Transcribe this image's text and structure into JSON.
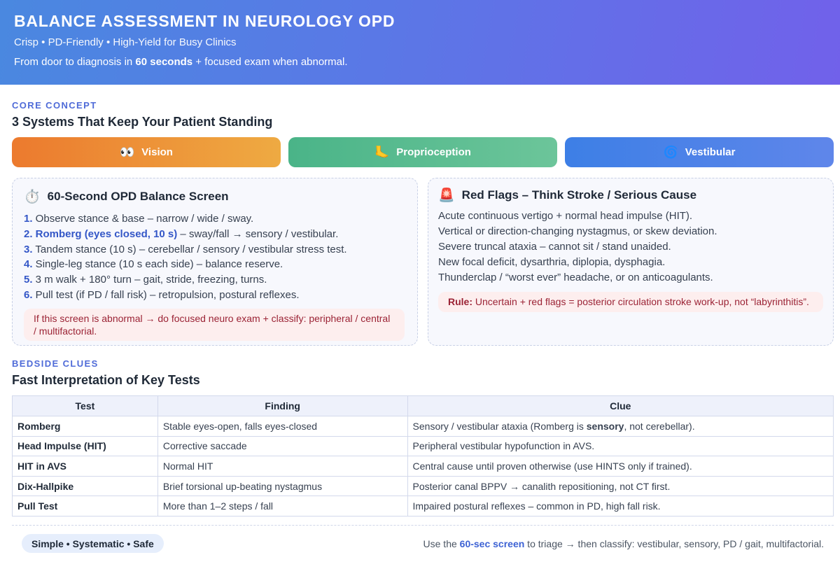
{
  "header": {
    "title": "BALANCE ASSESSMENT IN NEUROLOGY OPD",
    "subtitle": "Crisp • PD-Friendly • High-Yield for Busy Clinics",
    "tagline_pre": "From door to diagnosis in ",
    "tagline_bold": "60 seconds",
    "tagline_post": " + focused exam when abnormal."
  },
  "core": {
    "label": "CORE CONCEPT",
    "title": "3 Systems That Keep Your Patient Standing",
    "systems": [
      {
        "icon": "👀",
        "icon_name": "eyes-icon",
        "label": "Vision"
      },
      {
        "icon": "🦶",
        "icon_name": "foot-icon",
        "label": "Proprioception"
      },
      {
        "icon": "🌀",
        "icon_name": "spiral-icon",
        "label": "Vestibular"
      }
    ]
  },
  "screen": {
    "icon": "⏱️",
    "title": "60-Second OPD Balance Screen",
    "steps": [
      {
        "num": "1.",
        "hl": "",
        "text": " Observe stance & base – narrow / wide / sway."
      },
      {
        "num": "2.",
        "hl": " Romberg (eyes closed, 10 s)",
        "text": " – sway/fall → sensory / vestibular."
      },
      {
        "num": "3.",
        "hl": "",
        "text": " Tandem stance (10 s) – cerebellar / sensory / vestibular stress test."
      },
      {
        "num": "4.",
        "hl": "",
        "text": " Single-leg stance (10 s each side) – balance reserve."
      },
      {
        "num": "5.",
        "hl": "",
        "text": " 3 m walk + 180° turn – gait, stride, freezing, turns."
      },
      {
        "num": "6.",
        "hl": "",
        "text": " Pull test (if PD / fall risk) – retropulsion, postural reflexes."
      }
    ],
    "note": "If this screen is abnormal → do focused neuro exam + classify: peripheral / central / multifactorial."
  },
  "redflags": {
    "icon": "🚨",
    "title": "Red Flags – Think Stroke / Serious Cause",
    "items": [
      "Acute continuous vertigo + normal head impulse (HIT).",
      "Vertical or direction-changing nystagmus, or skew deviation.",
      "Severe truncal ataxia – cannot sit / stand unaided.",
      "New focal deficit, dysarthria, diplopia, dysphagia.",
      "Thunderclap / “worst ever” headache, or on anticoagulants."
    ],
    "rule_label": "Rule:",
    "rule_text": " Uncertain + red flags = posterior circulation stroke work-up, not “labyrinthitis”."
  },
  "bedside": {
    "label": "BEDSIDE CLUES",
    "title": "Fast Interpretation of Key Tests",
    "columns": [
      "Test",
      "Finding",
      "Clue"
    ],
    "rows": [
      {
        "test": "Romberg",
        "finding": "Stable eyes-open, falls eyes-closed",
        "clue_pre": "Sensory / vestibular ataxia (Romberg is ",
        "clue_bold": "sensory",
        "clue_post": ", not cerebellar)."
      },
      {
        "test": "Head Impulse (HIT)",
        "finding": "Corrective saccade",
        "clue_pre": "Peripheral vestibular hypofunction in AVS.",
        "clue_bold": "",
        "clue_post": ""
      },
      {
        "test": "HIT in AVS",
        "finding": "Normal HIT",
        "clue_pre": "Central cause until proven otherwise (use HINTS only if trained).",
        "clue_bold": "",
        "clue_post": ""
      },
      {
        "test": "Dix-Hallpike",
        "finding": "Brief torsional up-beating nystagmus",
        "clue_pre": "Posterior canal BPPV → canalith repositioning, not CT first.",
        "clue_bold": "",
        "clue_post": ""
      },
      {
        "test": "Pull Test",
        "finding": "More than 1–2 steps / fall",
        "clue_pre": "Impaired postural reflexes – common in PD, high fall risk.",
        "clue_bold": "",
        "clue_post": ""
      }
    ]
  },
  "footer": {
    "badge": "Simple • Systematic • Safe",
    "note_pre": "Use the ",
    "note_hl": "60-sec screen",
    "note_post": " to triage → then classify: vestibular, sensory, PD / gait, multifactorial."
  },
  "colors": {
    "header_start": "#4a88e0",
    "header_end": "#7161ea",
    "accent": "#3457c7",
    "warning_text": "#9b2335",
    "warning_bg": "#fdeeee"
  }
}
